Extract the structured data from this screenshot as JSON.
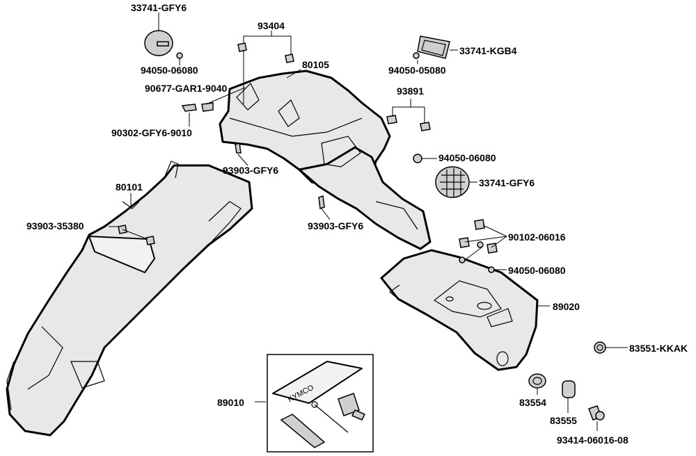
{
  "labels": {
    "p33741_gfy6_top": "33741-GFY6",
    "p93404": "93404",
    "p94050_06080_top": "94050-06080",
    "p80105": "80105",
    "p90677": "90677-GAR1-9040",
    "p90302": "90302-GFY6-9010",
    "p93903_gfy6_a": "93903-GFY6",
    "p80101": "80101",
    "p93903_35380": "93903-35380",
    "p93903_gfy6_b": "93903-GFY6",
    "p33741_kgb4": "33741-KGB4",
    "p94050_05080": "94050-05080",
    "p93891": "93891",
    "p94050_06080_mid": "94050-06080",
    "p33741_gfy6_mid": "33741-GFY6",
    "p90102": "90102-06016",
    "p94050_06080_low": "94050-06080",
    "p89020": "89020",
    "p83551": "83551-KKAK",
    "p89010": "89010",
    "p83554": "83554",
    "p83555": "83555",
    "p93414": "93414-06016-08"
  },
  "toolkit_brand": "KYMCO"
}
